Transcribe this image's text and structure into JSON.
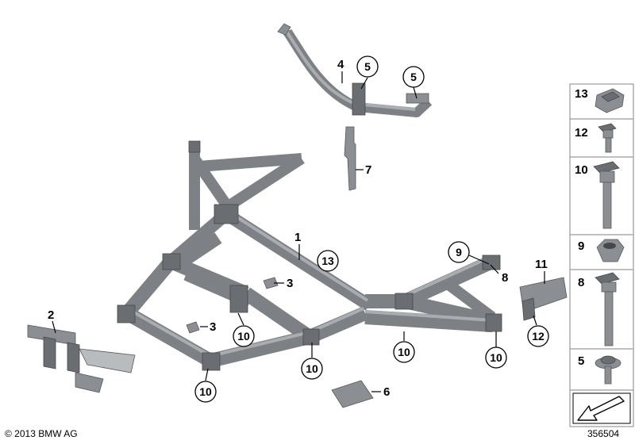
{
  "labels": {
    "l1": "1",
    "l2": "2",
    "l3a": "3",
    "l3b": "3",
    "l4": "4",
    "l6": "6",
    "l7": "7",
    "l8": "8",
    "l11": "11",
    "c5a": "5",
    "c5b": "5",
    "c9": "9",
    "c13": "13",
    "c12": "12",
    "c10a": "10",
    "c10b": "10",
    "c10c": "10",
    "c10d": "10",
    "c10e": "10"
  },
  "legend": {
    "items": [
      "13",
      "12",
      "10",
      "9",
      "8",
      "5"
    ]
  },
  "footer": {
    "copyright": "© 2013 BMW AG",
    "image_number": "356504"
  },
  "colors": {
    "part_fill": "#8b8f93",
    "part_highlight": "#a9adb1",
    "legend_border": "#9a9a9a",
    "line": "#000000"
  }
}
